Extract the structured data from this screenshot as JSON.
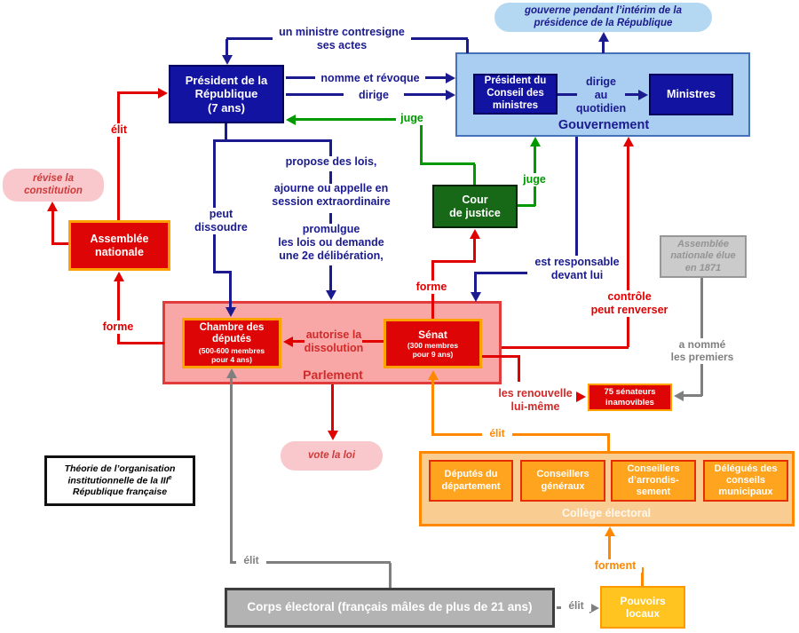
{
  "boxes": {
    "president": "Président de la\nRépublique\n(7 ans)",
    "gouvernement": "Gouvernement",
    "conseil": "Président du\nConseil des\nministres",
    "quotidien": "dirige\nau\nquotidien",
    "ministres": "Ministres",
    "interim": "gouverne pendant l’intérim de la\nprésidence de la République",
    "cour": "Cour\nde justice",
    "revise": "révise la\nconstitution",
    "assemblee": "Assemblée\nnationale",
    "parlement": "Parlement",
    "chambre_title": "Chambre des\ndéputés",
    "chambre_sub": "(500-600 membres\npour 4 ans)",
    "senat_title": "Sénat",
    "senat_sub": "(300 membres\npour 9 ans)",
    "vote": "vote la loi",
    "senateurs75": "75 sénateurs\ninamovibles",
    "an1871": "Assemblée\nnationale élue\nen 1871",
    "college": "Collège électoral",
    "deputes": "Députés du\ndépartement",
    "conseillers_generaux": "Conseillers\ngénéraux",
    "conseillers_arrondissement": "Conseillers\nd’arrondis-\nsement",
    "delegues": "Délégués des\nconseils\nmunicipaux",
    "corps": "Corps électoral (français mâles de plus de 21 ans)",
    "pouvoirs": "Pouvoirs\nlocaux",
    "titre1": "Théorie de l’organisation",
    "titre2": "institutionnelle de la III",
    "titre2_sup": "e",
    "titre3": "République française"
  },
  "edges": {
    "contresigne": "un ministre contresigne\nses actes",
    "nomme_revoque": "nomme et révoque",
    "dirige": "dirige",
    "juge_president": "juge",
    "juge_gouvernement": "juge",
    "propose": "propose des lois,",
    "ajourne": "ajourne ou appelle en\nsession extraordinaire",
    "promulgue": "promulgue\nles lois ou demande\nune 2e délibération,",
    "peut_dissoudre": "peut\ndissoudre",
    "elit_president": "élit",
    "forme_assemblee": "forme",
    "est_responsable": "est responsable\ndevant lui",
    "controle": "contrôle\npeut renverser",
    "forme_cour": "forme",
    "autorise": "autorise la\ndissolution",
    "renouvelle": "les renouvelle\nlui-même",
    "a_nomme": "a nommé\nles premiers",
    "elit_senat": "élit",
    "elit_chambre": "élit",
    "elit_pouvoirs": "élit",
    "forment": "forment"
  },
  "colors": {
    "navy_line": "#1b1b8f",
    "navy_box": "#1313a2",
    "gov_fill": "#a9cef2",
    "bubble_blue": "#b5d8f2",
    "green": "#009a00",
    "cour_fill": "#176917",
    "red": "#e10000",
    "red_box": "#dd0505",
    "red_box_border": "#ffa200",
    "parlement_fill": "#f9a6a6",
    "pink_bubble": "#f8c8cd",
    "orange": "#ff8800",
    "college_fill": "#f9cd92",
    "orange_box": "#ffa41e",
    "gold_box": "#ffc41f",
    "gray": "#7f7f7f",
    "corps_fill": "#b3b3b3"
  }
}
